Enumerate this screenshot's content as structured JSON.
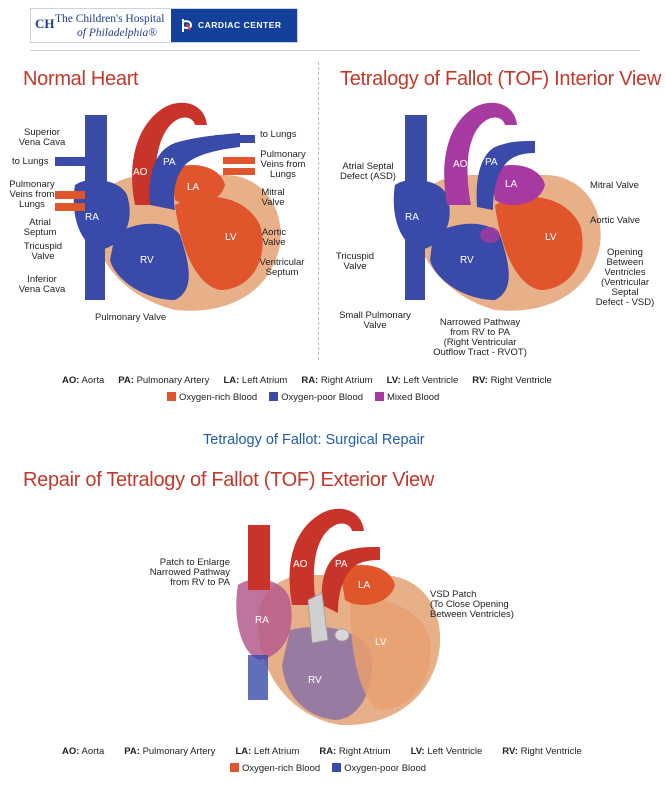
{
  "header": {
    "logo_mark": "CH",
    "hospital_line1": "The Children's Hospital",
    "hospital_line2": "of Philadelphia®",
    "center_name": "CARDIAC CENTER"
  },
  "normal_heart": {
    "title": "Normal Heart",
    "labels": {
      "svc": "Superior\nVena Cava",
      "to_lungs_left": "to Lungs",
      "pulm_veins_left": "Pulmonary\nVeins from\nLungs",
      "atrial_septum": "Atrial\nSeptum",
      "tricuspid": "Tricuspid\nValve",
      "ivc": "Inferior\nVena Cava",
      "pulmonary_valve": "Pulmonary Valve",
      "to_lungs_right": "to Lungs",
      "pulm_veins_right": "Pulmonary\nVeins from\nLungs",
      "mitral": "Mitral\nValve",
      "aortic": "Aortic\nValve",
      "vent_septum": "Ventricular\nSeptum"
    },
    "chambers": {
      "ao": "AO",
      "pa": "PA",
      "la": "LA",
      "ra": "RA",
      "lv": "LV",
      "rv": "RV"
    }
  },
  "tof_interior": {
    "title": "Tetralogy of Fallot (TOF) Interior View",
    "labels": {
      "asd": "Atrial Septal\nDefect (ASD)",
      "tricuspid": "Tricuspid\nValve",
      "small_pv": "Small Pulmonary\nValve",
      "narrowed": "Narrowed Pathway\nfrom RV to PA\n(Right Ventricular\nOutflow Tract - RVOT)",
      "mitral": "Mitral Valve",
      "aortic": "Aortic Valve",
      "vsd": "Opening\nBetween\nVentricles\n(Ventricular\nSeptal\nDefect - VSD)"
    },
    "chambers": {
      "ao": "AO",
      "pa": "PA",
      "la": "LA",
      "ra": "RA",
      "lv": "LV",
      "rv": "RV"
    }
  },
  "legend_top": {
    "abbrevs": [
      {
        "abbr": "AO:",
        "text": "Aorta"
      },
      {
        "abbr": "PA:",
        "text": "Pulmonary Artery"
      },
      {
        "abbr": "LA:",
        "text": "Left Atrium"
      },
      {
        "abbr": "RA:",
        "text": "Right Atrium"
      },
      {
        "abbr": "LV:",
        "text": "Left Ventricle"
      },
      {
        "abbr": "RV:",
        "text": "Right Ventricle"
      }
    ],
    "colors": [
      {
        "label": "Oxygen-rich Blood",
        "color": "#e0552b"
      },
      {
        "label": "Oxygen-poor Blood",
        "color": "#3a4aa8"
      },
      {
        "label": "Mixed Blood",
        "color": "#a63aa0"
      }
    ]
  },
  "surgical_subtitle": "Tetralogy of Fallot: Surgical Repair",
  "repair": {
    "title": "Repair of Tetralogy of Fallot (TOF) Exterior View",
    "labels": {
      "patch": "Patch to Enlarge\nNarrowed Pathway\nfrom RV to PA",
      "vsd_patch": "VSD Patch\n(To Close Opening\nBetween Ventricles)"
    },
    "chambers": {
      "ao": "AO",
      "pa": "PA",
      "la": "LA",
      "ra": "RA",
      "lv": "LV",
      "rv": "RV"
    }
  },
  "legend_bottom": {
    "abbrevs": [
      {
        "abbr": "AO:",
        "text": "Aorta"
      },
      {
        "abbr": "PA:",
        "text": "Pulmonary Artery"
      },
      {
        "abbr": "LA:",
        "text": "Left Atrium"
      },
      {
        "abbr": "RA:",
        "text": "Right Atrium"
      },
      {
        "abbr": "LV:",
        "text": "Left Ventricle"
      },
      {
        "abbr": "RV:",
        "text": "Right Ventricle"
      }
    ],
    "colors": [
      {
        "label": "Oxygen-rich Blood",
        "color": "#e0552b"
      },
      {
        "label": "Oxygen-poor Blood",
        "color": "#3a4aa8"
      }
    ]
  },
  "colors": {
    "oxygen_rich": "#e0552b",
    "oxygen_poor": "#3a4aa8",
    "mixed": "#a63aa0",
    "muscle": "#e8b088",
    "title_red": "#c0392b",
    "subtitle_blue": "#1f5ea8",
    "brand_blue": "#12409a"
  }
}
